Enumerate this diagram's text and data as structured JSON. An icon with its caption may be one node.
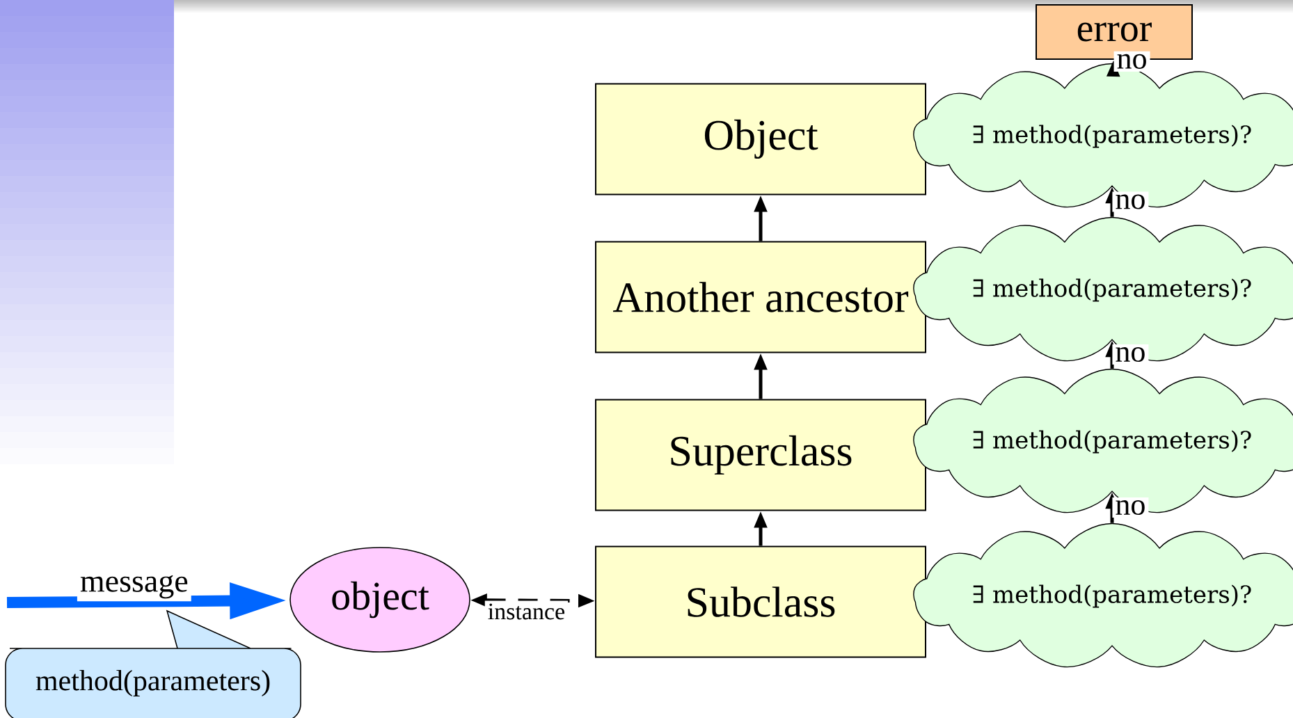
{
  "diagram": {
    "nodes": [
      {
        "text": [
          "error"
        ]
      },
      {
        "text": [
          "Object"
        ]
      },
      {
        "text": [
          "∃ method(parameters)?"
        ]
      },
      {
        "text": [
          "Another ancestor"
        ]
      },
      {
        "text": [
          "∃ method(parameters)?"
        ]
      },
      {
        "text": [
          "Superclass"
        ]
      },
      {
        "text": [
          "∃ method(parameters)?"
        ]
      },
      {
        "text": [
          "Subclass"
        ]
      },
      {
        "text": [
          "∃ method(parameters)?"
        ]
      },
      {
        "text": [
          "object"
        ]
      },
      {
        "text": [
          "method(parameters)"
        ]
      }
    ],
    "edges": [
      {
        "from": null,
        "to": 9,
        "arrow": "to",
        "label": "message",
        "style": "thick",
        "color": "#0066ff"
      },
      {
        "from": 9,
        "to": 7,
        "arrow": "both",
        "label": "instance",
        "style": "dashed"
      },
      {
        "from": 7,
        "to": 5,
        "arrow": "to"
      },
      {
        "from": 5,
        "to": 3,
        "arrow": "to"
      },
      {
        "from": 3,
        "to": 1,
        "arrow": "to"
      },
      {
        "from": 8,
        "to": 6,
        "arrow": "to",
        "label": "no"
      },
      {
        "from": 6,
        "to": 4,
        "arrow": "to",
        "label": "no"
      },
      {
        "from": 4,
        "to": 2,
        "arrow": "to",
        "label": "no"
      },
      {
        "from": 2,
        "to": 0,
        "arrow": "to",
        "label": "no"
      }
    ]
  }
}
